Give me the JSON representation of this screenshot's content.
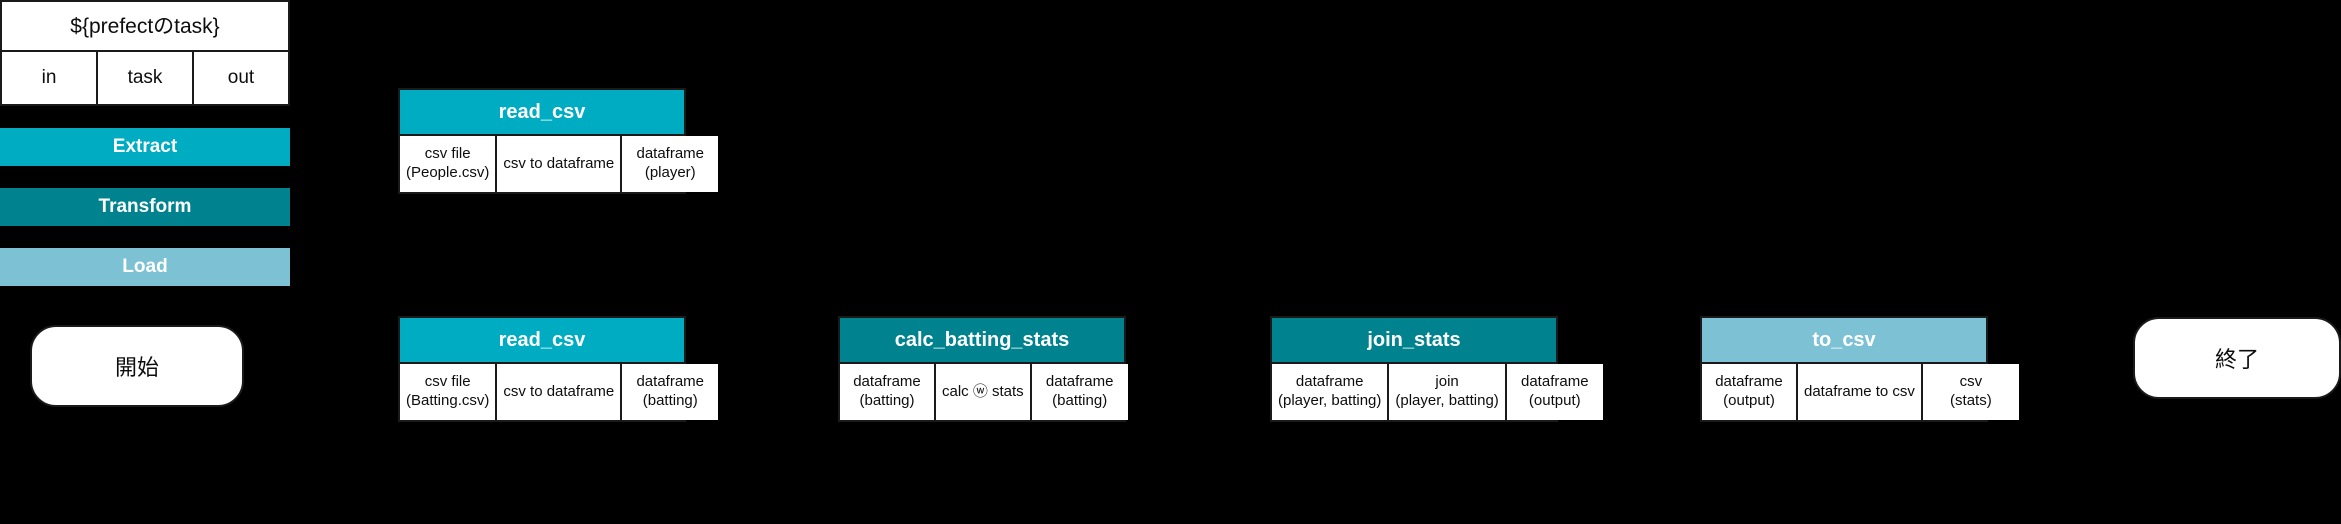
{
  "legend": {
    "task_template": {
      "title": "${prefectのtask}",
      "cells": [
        "in",
        "task",
        "out"
      ]
    },
    "phases": [
      {
        "label": "Extract",
        "color": "#00acc1"
      },
      {
        "label": "Transform",
        "color": "#00838f"
      },
      {
        "label": "Load",
        "color": "#7cc1d4"
      }
    ]
  },
  "terminators": {
    "start": "開始",
    "end": "終了"
  },
  "nodes": [
    {
      "id": "read-csv-people",
      "title": "read_csv",
      "phase": "extract",
      "in": {
        "line1": "csv file",
        "line2": "(People.csv)"
      },
      "task": {
        "line1": "csv to dataframe",
        "line2": ""
      },
      "out": {
        "line1": "dataframe",
        "line2": "(player)"
      }
    },
    {
      "id": "read-csv-batting",
      "title": "read_csv",
      "phase": "extract",
      "in": {
        "line1": "csv file",
        "line2": "(Batting.csv)"
      },
      "task": {
        "line1": "csv to dataframe",
        "line2": ""
      },
      "out": {
        "line1": "dataframe",
        "line2": "(batting)"
      }
    },
    {
      "id": "calc-batting-stats",
      "title": "calc_batting_stats",
      "phase": "transform",
      "in": {
        "line1": "dataframe",
        "line2": "(batting)"
      },
      "task": {
        "line1": "calc ⓦ stats",
        "line2": ""
      },
      "out": {
        "line1": "dataframe",
        "line2": "(batting)"
      }
    },
    {
      "id": "join-stats",
      "title": "join_stats",
      "phase": "transform",
      "in": {
        "line1": "dataframe",
        "line2": "(player, batting)"
      },
      "task": {
        "line1": "join",
        "line2": "(player, batting)"
      },
      "out": {
        "line1": "dataframe",
        "line2": "(output)"
      }
    },
    {
      "id": "to-csv",
      "title": "to_csv",
      "phase": "load",
      "in": {
        "line1": "dataframe",
        "line2": "(output)"
      },
      "task": {
        "line1": "dataframe to csv",
        "line2": ""
      },
      "out": {
        "line1": "csv",
        "line2": "(stats)"
      }
    }
  ]
}
